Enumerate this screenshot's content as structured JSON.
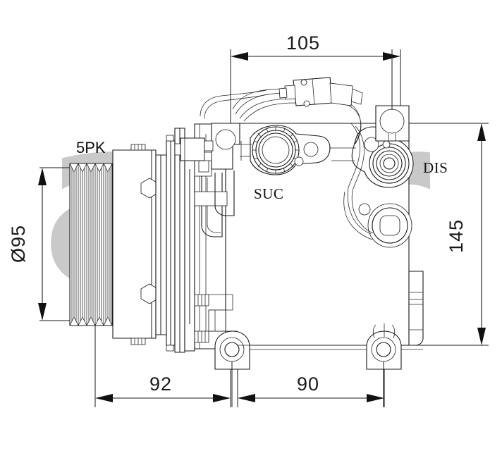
{
  "drawing": {
    "title": "AC Compressor Dimensional Drawing",
    "watermark": "acr",
    "background_color": "#ffffff",
    "line_color": "#1a1a1a",
    "watermark_color": "#c9c9c9"
  },
  "dimensions": {
    "top": {
      "label": "105",
      "unit": "mm",
      "name": "overall-depth-top"
    },
    "right": {
      "label": "145",
      "unit": "mm",
      "name": "overall-height-right"
    },
    "left": {
      "label": "Ø95",
      "unit": "mm",
      "name": "pulley-diameter"
    },
    "bottom_left": {
      "label": "92",
      "unit": "mm",
      "name": "mount-offset-left"
    },
    "bottom_right": {
      "label": "90",
      "unit": "mm",
      "name": "mount-spacing-right"
    }
  },
  "labels": {
    "pulley_spec": "5PK",
    "suction_port": "SUC",
    "discharge_port": "DIS"
  },
  "annotations": [
    {
      "id": "pulley",
      "text": "5PK",
      "meaning": "5-rib poly-V pulley"
    },
    {
      "id": "suction",
      "text": "SUC",
      "meaning": "suction port"
    },
    {
      "id": "discharge",
      "text": "DIS",
      "meaning": "discharge port"
    }
  ]
}
